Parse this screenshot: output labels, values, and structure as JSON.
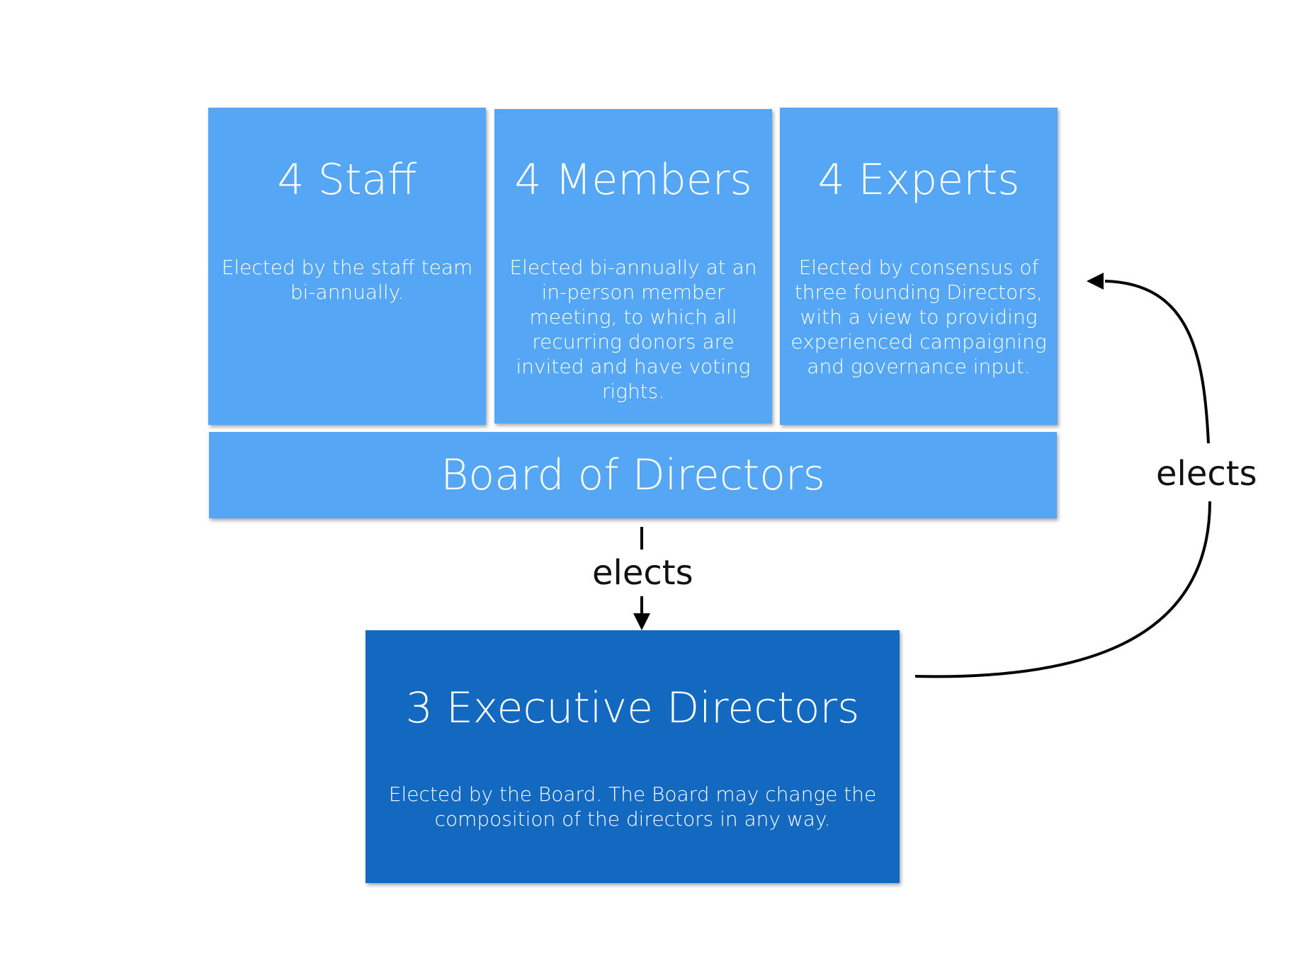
{
  "columns": [
    {
      "title": "4 Staff",
      "description": "Elected by the staff team bi-annually."
    },
    {
      "title": "4 Members",
      "description": "Elected bi-annually at an in-person member meeting, to which all recurring donors are invited and have voting rights."
    },
    {
      "title": "4 Experts",
      "description": "Elected by consensus of three founding Directors, with a view to providing experienced campaigning and governance input."
    }
  ],
  "board": {
    "title": "Board of Directors"
  },
  "executive": {
    "title": "3 Executive Directors",
    "description": "Elected by the Board. The Board may change the composition of the directors in any way."
  },
  "edges": {
    "board_to_executive": "elects",
    "executive_to_experts": "elects"
  },
  "colors": {
    "light_box": "#55a7f5",
    "dark_box": "#1368c0",
    "connector": "#000000"
  }
}
